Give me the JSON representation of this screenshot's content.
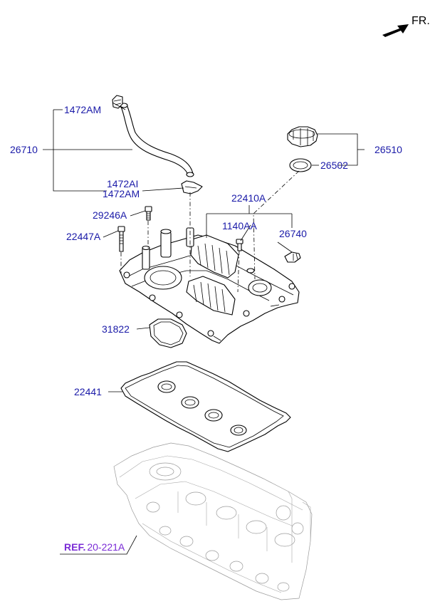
{
  "orientation": {
    "label": "FR.",
    "icon": "front-direction-arrow-icon"
  },
  "labels": {
    "l_1472AM_top": "1472AM",
    "l_26710": "26710",
    "l_1472AI": "1472AI",
    "l_1472AM_bottom": "1472AM",
    "l_26510": "26510",
    "l_26502": "26502",
    "l_22410A": "22410A",
    "l_29246A": "29246A",
    "l_1140AA": "1140AA",
    "l_26740": "26740",
    "l_22447A": "22447A",
    "l_31822": "31822",
    "l_22441": "22441"
  },
  "reference": {
    "prefix": "REF.",
    "code": "20-221A",
    "color": "#7a2bd6"
  },
  "colors": {
    "label": "#1a1aa8",
    "line": "#000000",
    "ghost": "#9a9a9a"
  }
}
